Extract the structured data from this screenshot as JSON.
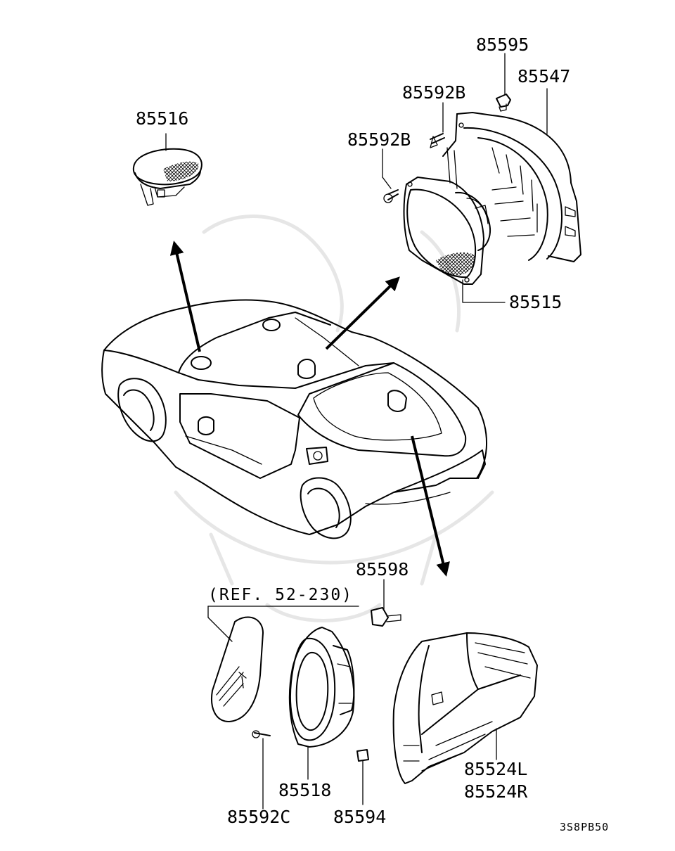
{
  "labels": {
    "p85516": "85516",
    "p85595": "85595",
    "p85547": "85547",
    "p85592b_top": "85592B",
    "p85592b_left": "85592B",
    "p85515": "85515",
    "p85598": "85598",
    "ref": "(REF. 52-230)",
    "p85518": "85518",
    "p85592c": "85592C",
    "p85594": "85594",
    "p85524l": "85524L",
    "p85524r": "85524R",
    "diagram_code": "3S8PB50"
  }
}
